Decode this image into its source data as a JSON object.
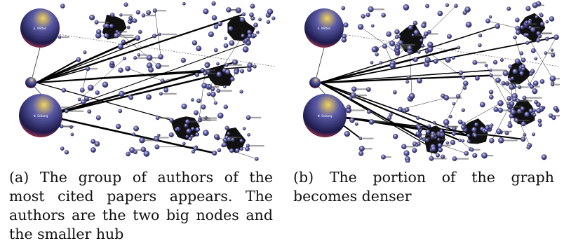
{
  "figure": {
    "panels": [
      {
        "id": "a",
        "node_labels": [
          "E. Witten",
          "N. Seiberg"
        ],
        "caption": "(a) The group of authors of the most cited papers appears. The authors are the two big nodes and the smaller hub"
      },
      {
        "id": "b",
        "node_labels": [
          "E. Witten",
          "N. Seiberg"
        ],
        "caption": "(b) The portion of the graph becomes denser"
      }
    ]
  },
  "colors": {
    "node_dark": "#1c1a4a",
    "node_mid": "#5a5aa8",
    "node_highlight": "#f2d45a",
    "node_rim": "#c0394a",
    "edge": "#000000"
  }
}
